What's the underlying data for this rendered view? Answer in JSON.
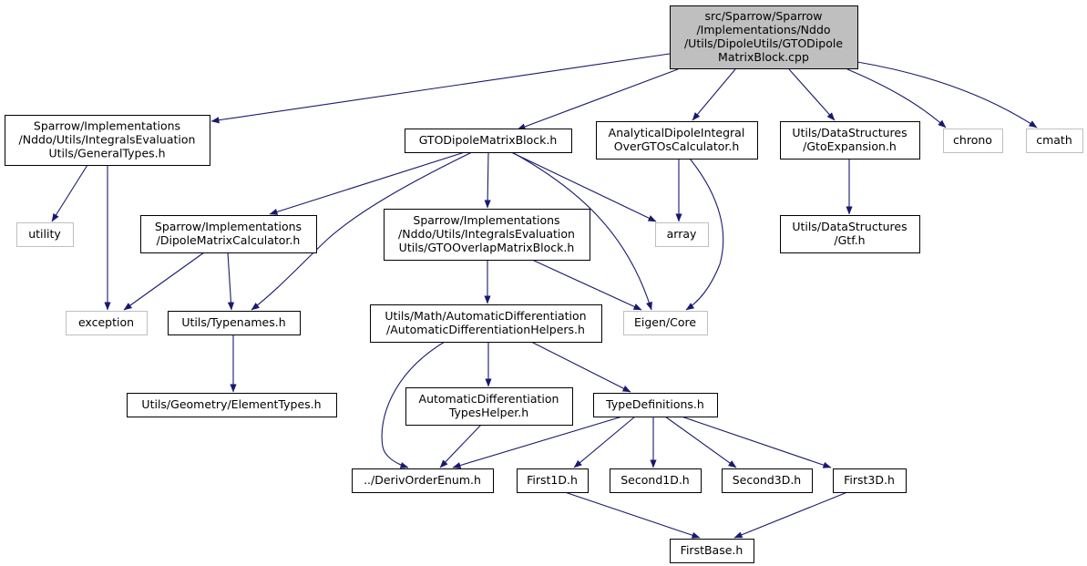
{
  "graph": {
    "colors": {
      "edge": "#191970",
      "root_fill": "#bfbfbf",
      "node_border": "#000000",
      "external_border": "#bfbfbf"
    },
    "nodes": [
      {
        "id": "root",
        "kind": "root",
        "lines": [
          "src/Sparrow/Sparrow",
          "/Implementations/Nddo",
          "/Utils/DipoleUtils/GTODipole",
          "MatrixBlock.cpp"
        ]
      },
      {
        "id": "general_types",
        "kind": "normal",
        "lines": [
          "Sparrow/Implementations",
          "/Nddo/Utils/IntegralsEvaluation",
          "Utils/GeneralTypes.h"
        ]
      },
      {
        "id": "gto_dipole_block",
        "kind": "normal",
        "lines": [
          "GTODipoleMatrixBlock.h"
        ]
      },
      {
        "id": "analytical_dipole",
        "kind": "normal",
        "lines": [
          "AnalyticalDipoleIntegral",
          "OverGTOsCalculator.h"
        ]
      },
      {
        "id": "gto_expansion",
        "kind": "normal",
        "lines": [
          "Utils/DataStructures",
          "/GtoExpansion.h"
        ]
      },
      {
        "id": "chrono",
        "kind": "external",
        "lines": [
          "chrono"
        ]
      },
      {
        "id": "cmath",
        "kind": "external",
        "lines": [
          "cmath"
        ]
      },
      {
        "id": "utility",
        "kind": "external",
        "lines": [
          "utility"
        ]
      },
      {
        "id": "dipole_calc",
        "kind": "normal",
        "lines": [
          "Sparrow/Implementations",
          "/DipoleMatrixCalculator.h"
        ]
      },
      {
        "id": "gto_overlap",
        "kind": "normal",
        "lines": [
          "Sparrow/Implementations",
          "/Nddo/Utils/IntegralsEvaluation",
          "Utils/GTOOverlapMatrixBlock.h"
        ]
      },
      {
        "id": "array",
        "kind": "external",
        "lines": [
          "array"
        ]
      },
      {
        "id": "gtf",
        "kind": "normal",
        "lines": [
          "Utils/DataStructures",
          "/Gtf.h"
        ]
      },
      {
        "id": "exception",
        "kind": "external",
        "lines": [
          "exception"
        ]
      },
      {
        "id": "typenames",
        "kind": "normal",
        "lines": [
          "Utils/Typenames.h"
        ]
      },
      {
        "id": "auto_diff_helpers",
        "kind": "normal",
        "lines": [
          "Utils/Math/AutomaticDifferentiation",
          "/AutomaticDifferentiationHelpers.h"
        ]
      },
      {
        "id": "eigen_core",
        "kind": "external",
        "lines": [
          "Eigen/Core"
        ]
      },
      {
        "id": "element_types",
        "kind": "normal",
        "lines": [
          "Utils/Geometry/ElementTypes.h"
        ]
      },
      {
        "id": "auto_diff_types",
        "kind": "normal",
        "lines": [
          "AutomaticDifferentiation",
          "TypesHelper.h"
        ]
      },
      {
        "id": "type_definitions",
        "kind": "normal",
        "lines": [
          "TypeDefinitions.h"
        ]
      },
      {
        "id": "deriv_order",
        "kind": "normal",
        "lines": [
          "../DerivOrderEnum.h"
        ]
      },
      {
        "id": "first1d",
        "kind": "normal",
        "lines": [
          "First1D.h"
        ]
      },
      {
        "id": "second1d",
        "kind": "normal",
        "lines": [
          "Second1D.h"
        ]
      },
      {
        "id": "second3d",
        "kind": "normal",
        "lines": [
          "Second3D.h"
        ]
      },
      {
        "id": "first3d",
        "kind": "normal",
        "lines": [
          "First3D.h"
        ]
      },
      {
        "id": "first_base",
        "kind": "normal",
        "lines": [
          "FirstBase.h"
        ]
      }
    ],
    "edges": [
      [
        "root",
        "general_types"
      ],
      [
        "root",
        "gto_dipole_block"
      ],
      [
        "root",
        "analytical_dipole"
      ],
      [
        "root",
        "gto_expansion"
      ],
      [
        "root",
        "chrono"
      ],
      [
        "root",
        "cmath"
      ],
      [
        "general_types",
        "utility"
      ],
      [
        "general_types",
        "exception"
      ],
      [
        "gto_dipole_block",
        "dipole_calc"
      ],
      [
        "gto_dipole_block",
        "typenames"
      ],
      [
        "gto_dipole_block",
        "gto_overlap"
      ],
      [
        "gto_dipole_block",
        "array"
      ],
      [
        "gto_dipole_block",
        "eigen_core"
      ],
      [
        "analytical_dipole",
        "array"
      ],
      [
        "analytical_dipole",
        "eigen_core"
      ],
      [
        "gto_expansion",
        "gtf"
      ],
      [
        "dipole_calc",
        "exception"
      ],
      [
        "dipole_calc",
        "typenames"
      ],
      [
        "gto_overlap",
        "auto_diff_helpers"
      ],
      [
        "gto_overlap",
        "eigen_core"
      ],
      [
        "typenames",
        "element_types"
      ],
      [
        "auto_diff_helpers",
        "deriv_order"
      ],
      [
        "auto_diff_helpers",
        "auto_diff_types"
      ],
      [
        "auto_diff_helpers",
        "type_definitions"
      ],
      [
        "auto_diff_types",
        "deriv_order"
      ],
      [
        "type_definitions",
        "deriv_order"
      ],
      [
        "type_definitions",
        "first1d"
      ],
      [
        "type_definitions",
        "second1d"
      ],
      [
        "type_definitions",
        "second3d"
      ],
      [
        "type_definitions",
        "first3d"
      ],
      [
        "first1d",
        "first_base"
      ],
      [
        "first3d",
        "first_base"
      ]
    ]
  }
}
